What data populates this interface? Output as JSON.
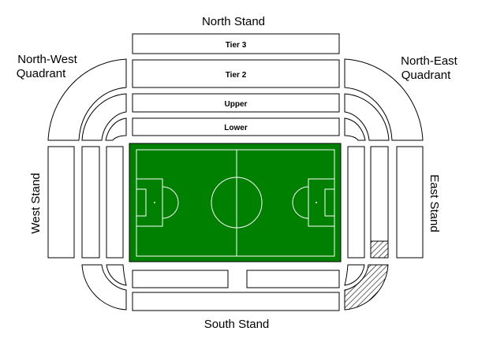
{
  "stands": {
    "north": "North Stand",
    "south": "South Stand",
    "west": "West Stand",
    "east": "East Stand",
    "north_west_line1": "North-West",
    "north_west_line2": "Quadrant",
    "north_east_line1": "North-East",
    "north_east_line2": "Quadrant"
  },
  "tiers": {
    "tier3": "Tier 3",
    "tier2": "Tier 2",
    "upper": "Upper",
    "lower": "Lower"
  },
  "colors": {
    "pitch": "#008000",
    "lines": "#ffffff",
    "outline": "#000000",
    "hatch": "#000000"
  }
}
